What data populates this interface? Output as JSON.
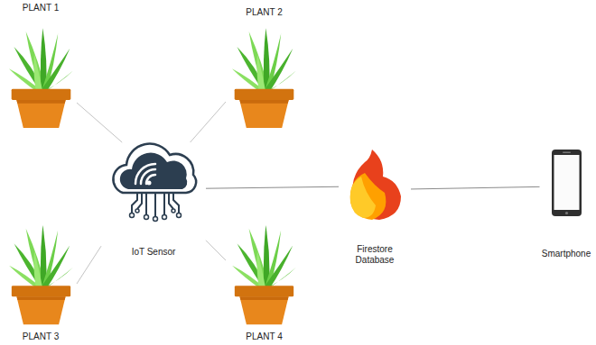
{
  "diagram": {
    "nodes": [
      {
        "text": [
          "PLANT 1"
        ]
      },
      {
        "text": [
          "PLANT 2"
        ]
      },
      {
        "text": [
          "PLANT 3"
        ]
      },
      {
        "text": [
          "PLANT 4"
        ]
      },
      {
        "text": [
          "IoT Sensor"
        ]
      },
      {
        "text": [
          "Firestore Database"
        ]
      },
      {
        "text": [
          "Smartphone"
        ]
      }
    ],
    "edges": [
      {
        "from": 0,
        "to": 4,
        "arrow": "none"
      },
      {
        "from": 1,
        "to": 4,
        "arrow": "none"
      },
      {
        "from": 2,
        "to": 4,
        "arrow": "none"
      },
      {
        "from": 3,
        "to": 4,
        "arrow": "none"
      },
      {
        "from": 4,
        "to": 5,
        "arrow": "none"
      },
      {
        "from": 5,
        "to": 6,
        "arrow": "none"
      }
    ]
  }
}
